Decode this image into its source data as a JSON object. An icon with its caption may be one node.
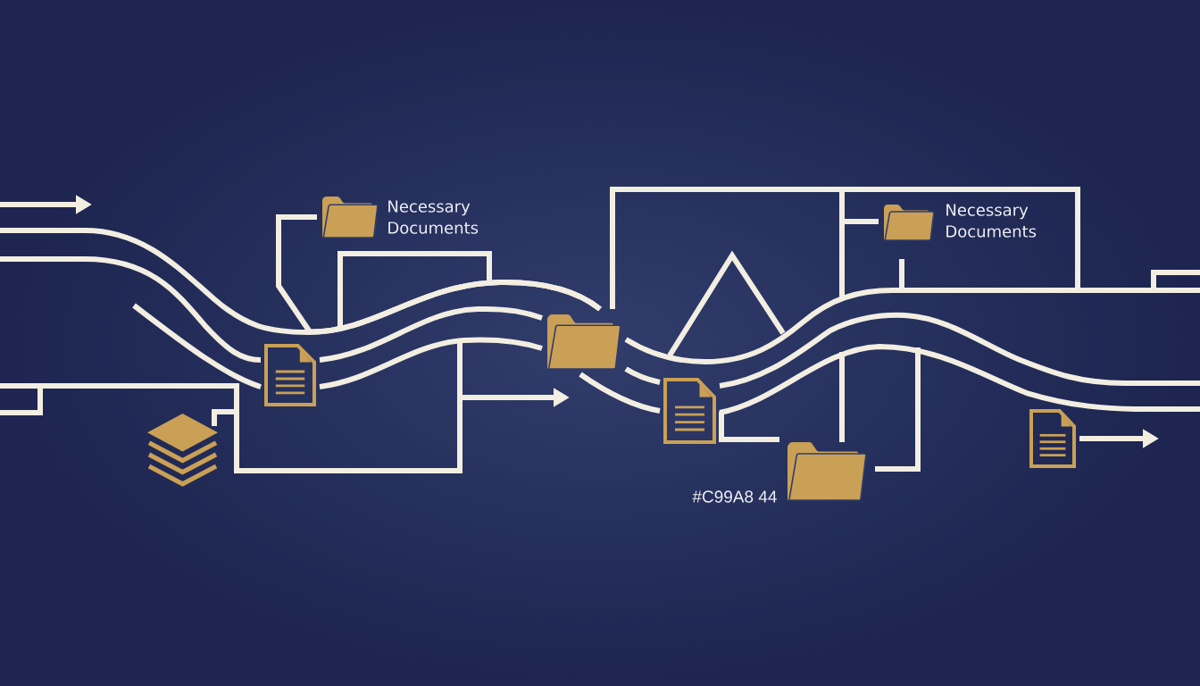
{
  "diagram": {
    "nodes": [
      {
        "text": [],
        "shape": "picture",
        "beside": [
          "Necessary Documents"
        ]
      },
      {
        "text": [],
        "shape": "picture"
      },
      {
        "text": [],
        "shape": "picture"
      },
      {
        "text": [],
        "shape": "picture"
      },
      {
        "text": [],
        "shape": "picture",
        "beside": [
          "Necessary Documents"
        ]
      },
      {
        "text": [],
        "shape": "picture"
      },
      {
        "text": [],
        "shape": "picture"
      }
    ],
    "edges": [
      {
        "from": null,
        "to": 2,
        "arrow": "none"
      },
      {
        "from": 0,
        "to": 2,
        "arrow": "none"
      },
      {
        "from": null,
        "to": 1,
        "arrow": "none"
      },
      {
        "from": null,
        "to": 1,
        "arrow": "none"
      },
      {
        "from": 1,
        "to": 2,
        "arrow": "none"
      },
      {
        "from": 1,
        "to": 2,
        "arrow": "none"
      },
      {
        "from": 2,
        "to": null,
        "arrow": "none"
      },
      {
        "from": 2,
        "to": 3,
        "arrow": "none"
      },
      {
        "from": 2,
        "to": 3,
        "arrow": "none"
      },
      {
        "from": null,
        "to": 4,
        "arrow": "none"
      },
      {
        "from": 3,
        "to": null,
        "arrow": "none"
      },
      {
        "from": 3,
        "to": null,
        "arrow": "none"
      },
      {
        "from": 6,
        "to": null,
        "arrow": "to"
      }
    ],
    "labels": [
      "#C99A8 44"
    ]
  }
}
